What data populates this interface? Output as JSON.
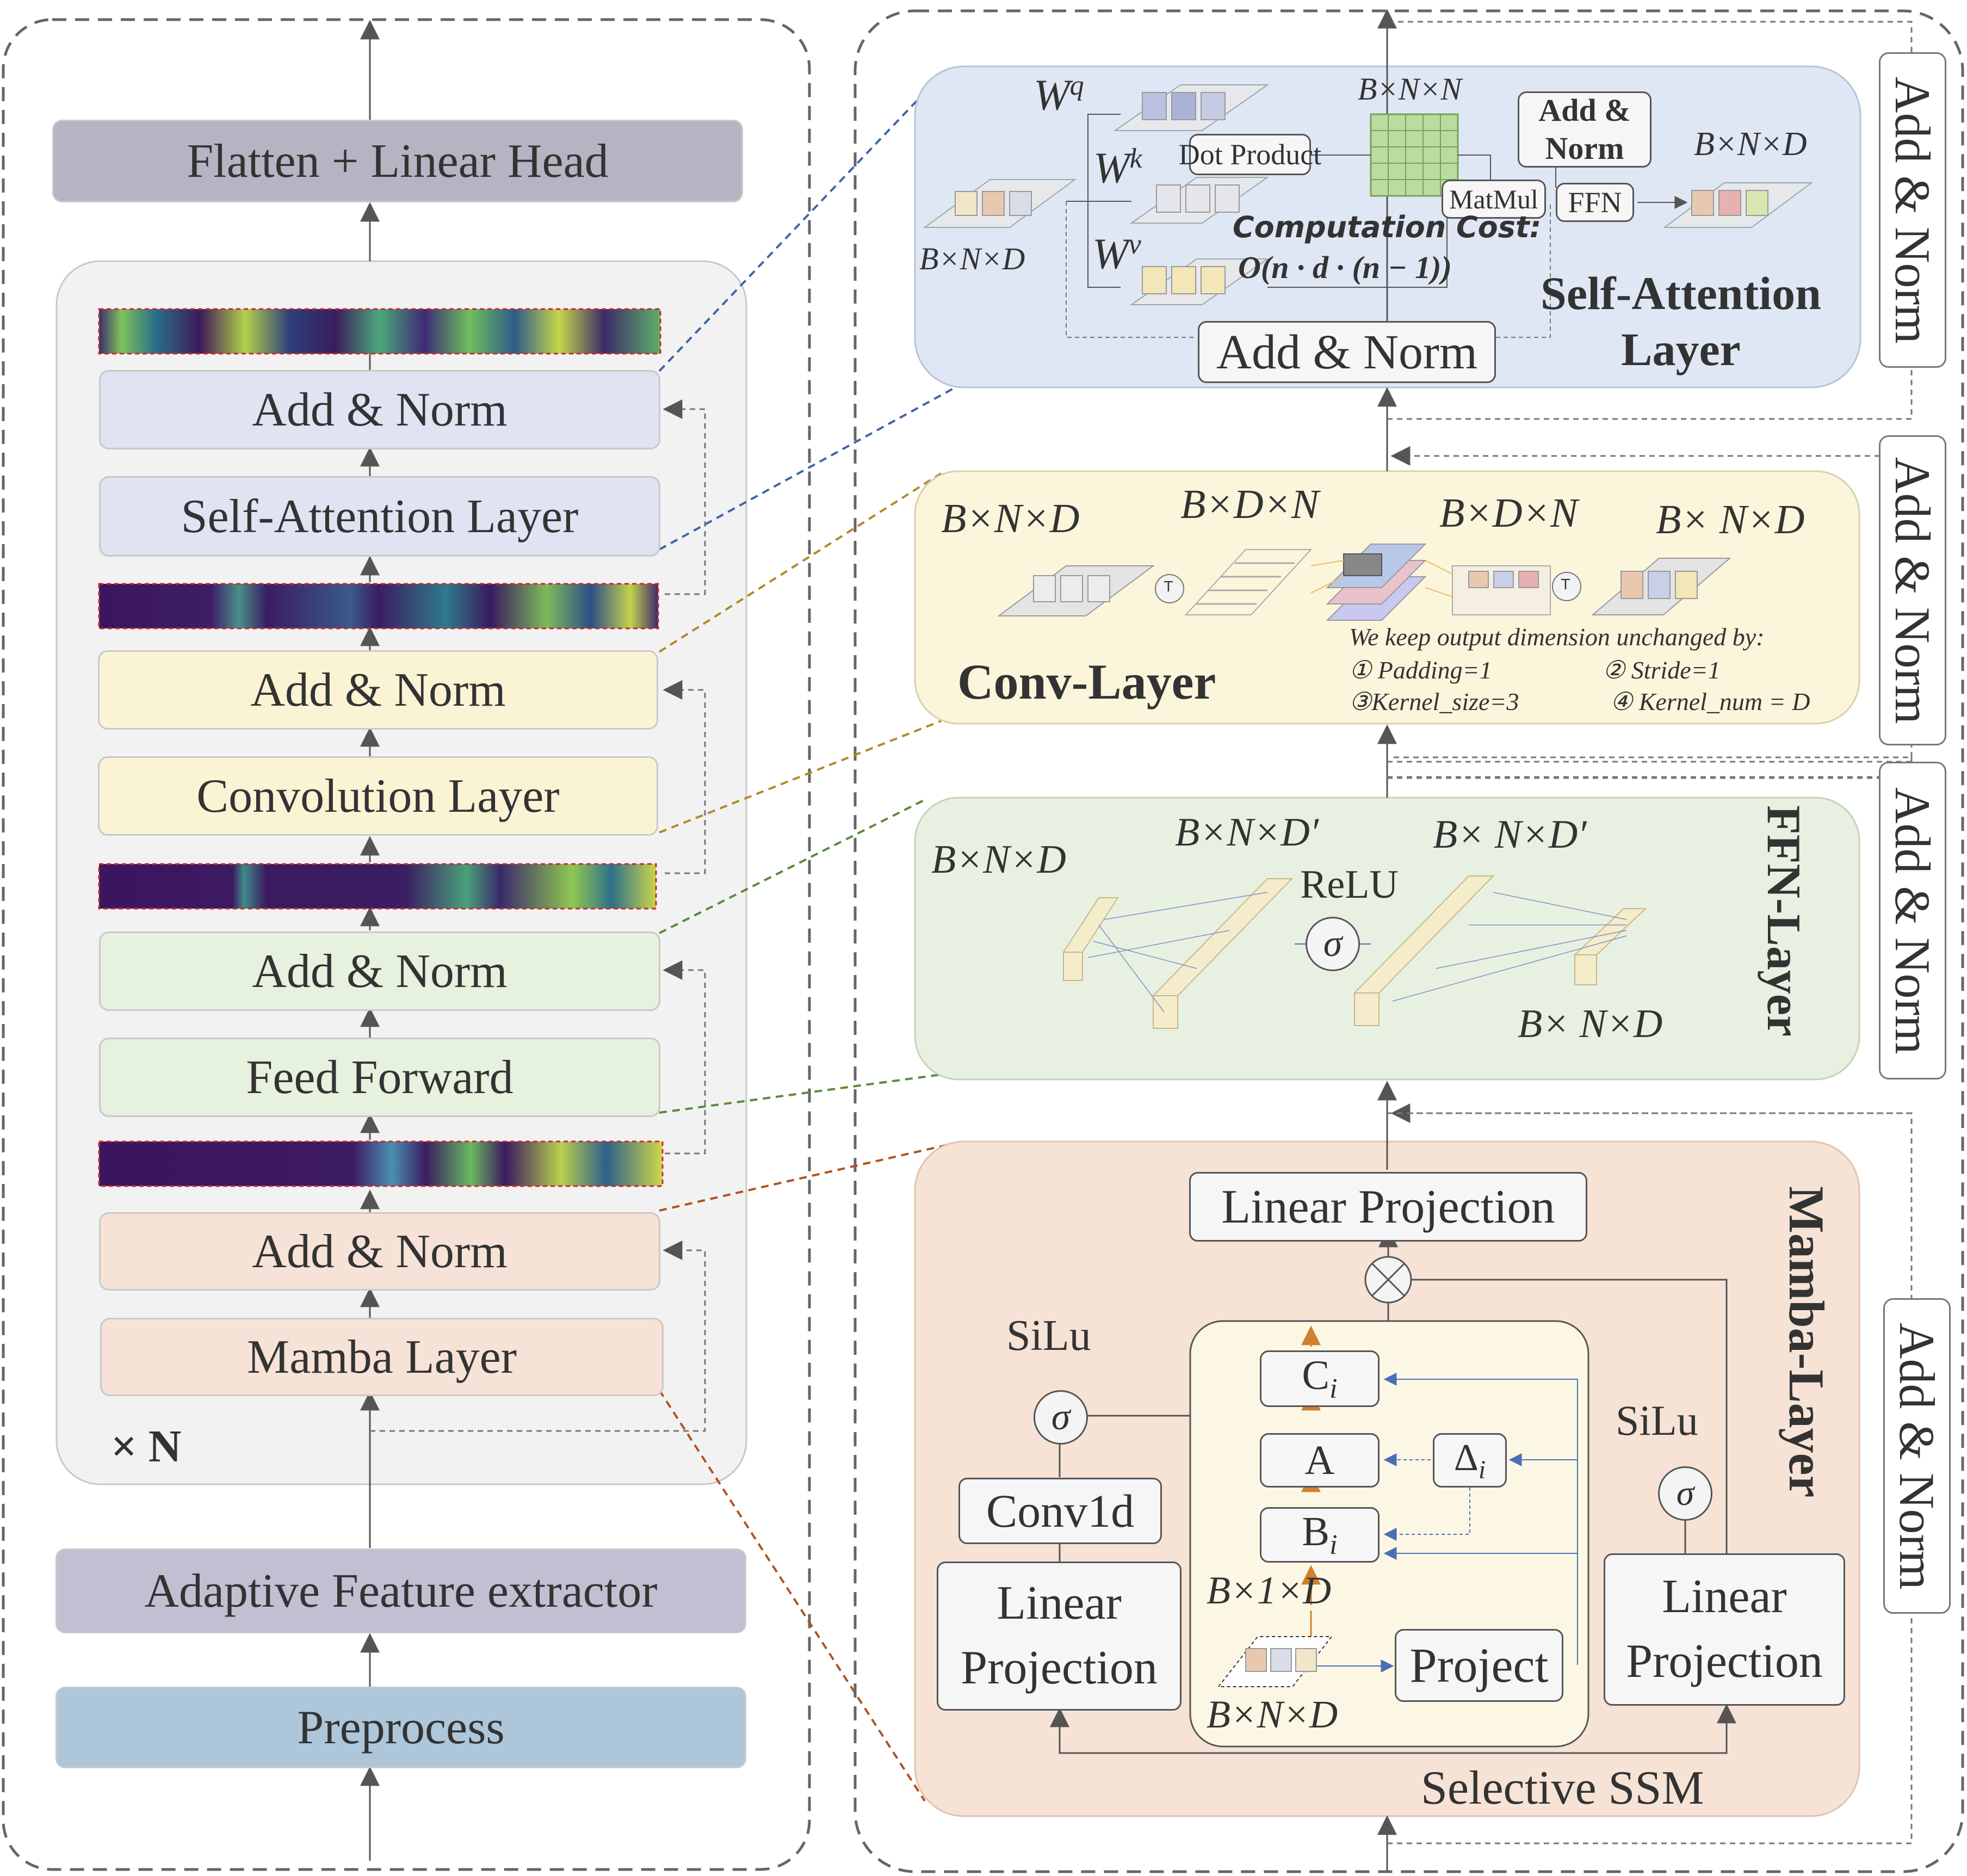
{
  "left_pipeline": {
    "head": "Flatten + Linear Head",
    "repeat": "× N",
    "extractor": "Adaptive Feature extractor",
    "preprocess": "Preprocess",
    "blocks": [
      {
        "add_norm": "Add & Norm",
        "layer": "Self-Attention Layer"
      },
      {
        "add_norm": "Add & Norm",
        "layer": "Convolution Layer"
      },
      {
        "add_norm": "Add & Norm",
        "layer": "Feed Forward"
      },
      {
        "add_norm": "Add & Norm",
        "layer": "Mamba Layer"
      }
    ]
  },
  "self_attention": {
    "title": "Self-Attention Layer",
    "wq": "W",
    "wq_sup": "q",
    "wk": "W",
    "wk_sup": "k",
    "wv": "W",
    "wv_sup": "v",
    "input_dim": "B×N×D",
    "score_dim": "B×N×N",
    "output_dim": "B×N×D",
    "dot_product": "Dot Product",
    "matmul": "MatMul",
    "ffn": "FFN",
    "inner_add_norm": "Add & Norm",
    "add_norm": "Add & Norm",
    "cost_title": "Computation Cost:",
    "cost_formula": "O(n · d · (n − 1))"
  },
  "conv": {
    "title": "Conv-Layer",
    "dim1": "B×N×D",
    "dim2": "B×D×N",
    "dim3": "B×D×N",
    "dim4": "B× N×D",
    "transpose": "T",
    "note": "We keep output dimension unchanged by:",
    "opt1": "① Padding=1",
    "opt2": "② Stride=1",
    "opt3": "③Kernel_size=3",
    "opt4": "④ Kernel_num = D"
  },
  "ffn": {
    "title": "FFN-Layer",
    "dim_in": "B×N×D",
    "dim_hidden1": "B×N×D′",
    "dim_hidden2": "B× N×D′",
    "dim_out": "B× N×D",
    "activation": "ReLU",
    "sigma": "σ"
  },
  "mamba": {
    "title": "Mamba-Layer",
    "linear_projection_top": "Linear Projection",
    "silu_left": "SiLu",
    "silu_right": "SiLu",
    "sigma": "σ",
    "conv1d": "Conv1d",
    "linear_projection_left": "Linear\nProjection",
    "linear_projection_right": "Linear\nProjection",
    "ci": "C",
    "ci_sub": "i",
    "a": "A",
    "delta": "Δ",
    "delta_sub": "i",
    "bi": "B",
    "bi_sub": "i",
    "bi_dim": "B×1×D",
    "x_dim": "B×N×D",
    "project": "Project",
    "selective_ssm": "Selective SSM",
    "multiply": "×"
  },
  "side_labels": [
    "Add & Norm",
    "Add & Norm",
    "Add & Norm",
    "Add & Norm"
  ],
  "colors": {
    "attention": "#dfe6f4",
    "conv": "#fbf5dc",
    "ffn": "#e8f1e1",
    "mamba": "#f6e3d6",
    "head": "#b4b4c2",
    "extractor": "#c3bfd3",
    "preprocess": "#adc6d9"
  }
}
